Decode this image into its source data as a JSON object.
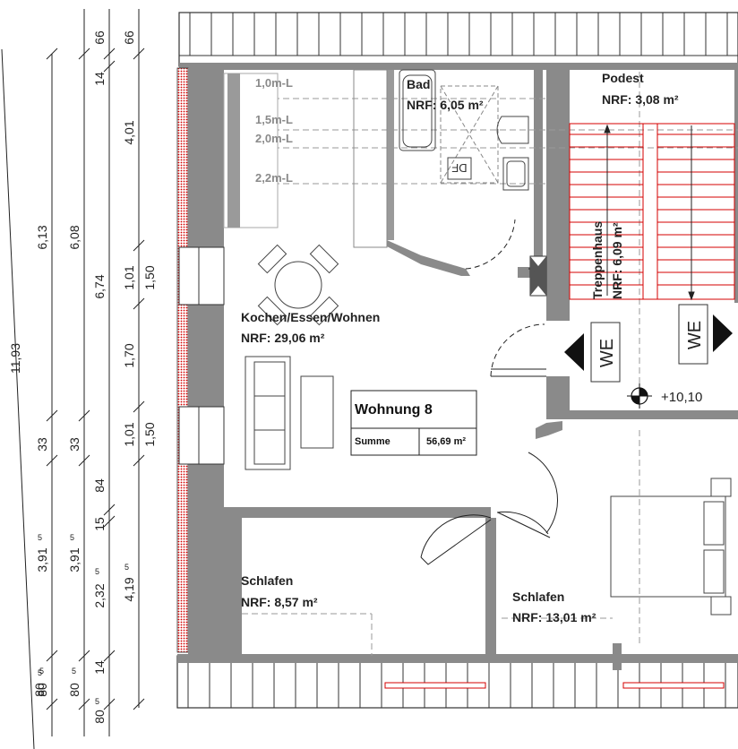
{
  "dimensions": {
    "chain1": [
      "11,93",
      "80",
      "5"
    ],
    "chain2": [
      "6,13",
      "33",
      "3,91",
      "5",
      "80",
      "5"
    ],
    "chain3": [
      "6,08",
      "33",
      "3,91",
      "5",
      "80",
      "5"
    ],
    "chain4": [
      "66",
      "14",
      "6,74",
      "84",
      "15",
      "2,32",
      "5",
      "14",
      "80",
      "5"
    ],
    "chain5": [
      "66",
      "4,01",
      "1,01",
      "1,70",
      "1,01",
      "4,19",
      "5"
    ],
    "chain6": [
      "1,50",
      "1,50"
    ]
  },
  "slopes": [
    "1,0m-L",
    "1,5m-L",
    "2,0m-L",
    "2,2m-L"
  ],
  "rooms": {
    "bad": {
      "name": "Bad",
      "area": "NRF: 6,05 m²"
    },
    "podest": {
      "name": "Podest",
      "area": "NRF: 3,08 m²"
    },
    "treppenhaus": {
      "name": "Treppenhaus",
      "area": "NRF: 6,09 m²"
    },
    "kochen": {
      "name": "Kochen/Essen/Wohnen",
      "area": "NRF: 29,06 m²"
    },
    "schlafen1": {
      "name": "Schlafen",
      "area": "NRF: 8,57 m²"
    },
    "schlafen2": {
      "name": "Schlafen",
      "area": "NRF: 13,01 m²"
    }
  },
  "shower_label": "DF",
  "we_labels": [
    "WE",
    "WE"
  ],
  "level": "+10,10",
  "unit_table": {
    "title": "Wohnung 8",
    "sum_label": "Summe",
    "sum_value": "56,69 m²"
  }
}
